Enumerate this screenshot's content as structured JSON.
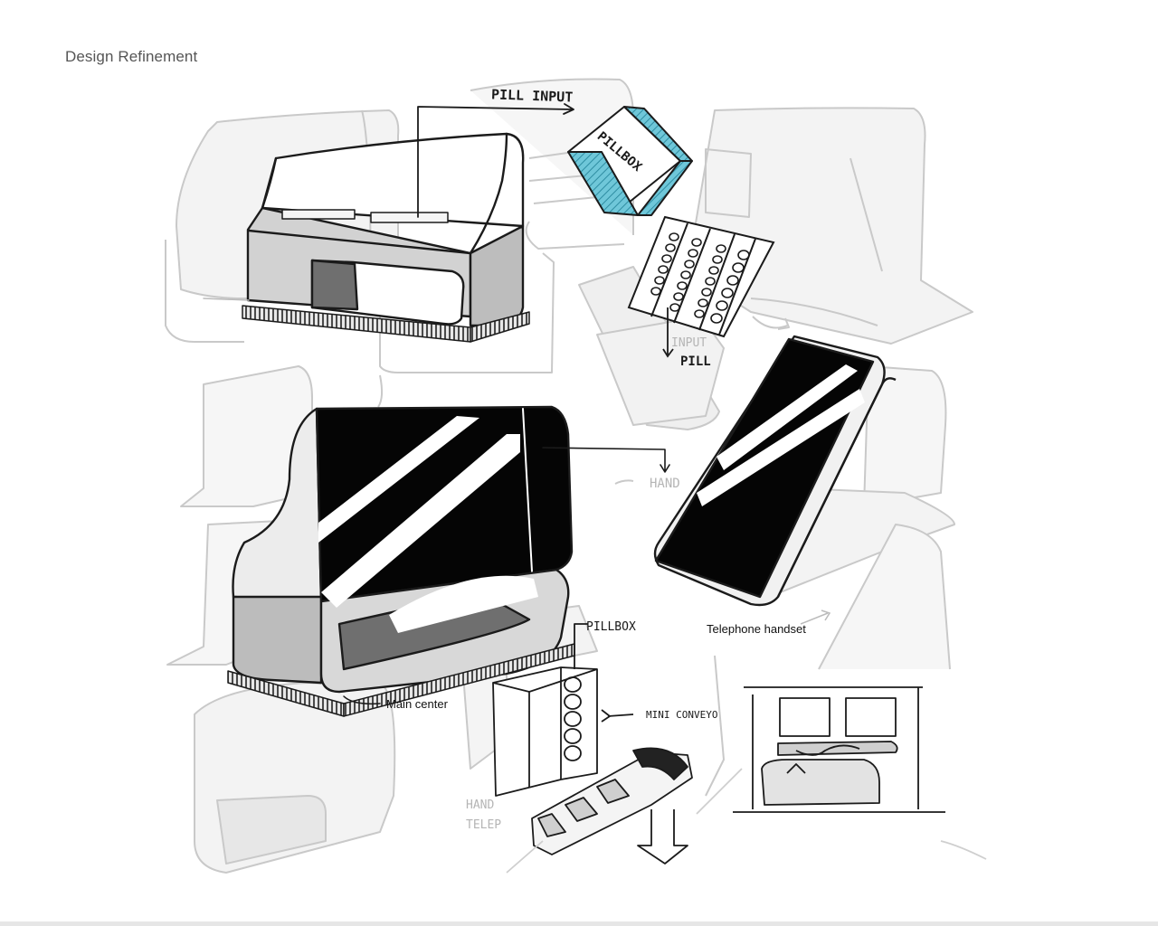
{
  "page": {
    "title": "Design Refinement"
  },
  "labels": {
    "main_center": "Main center",
    "telephone_handset": "Telephone handset"
  },
  "sketch_annotations": {
    "pill_input": "PILL INPUT",
    "pillbox_box": "PILLBOX",
    "pill": "PILL",
    "pillbox_small": "PILLBOX",
    "mini_conveyor": "MINI CONVEYO",
    "hand_ghost": "HAND",
    "hand_telep_ghost": "HAND TELEP",
    "input_ghost": "INPUT"
  },
  "colors": {
    "background": "#ffffff",
    "title_text": "#555555",
    "sketch_gray": "#cfcfcf",
    "device_fill": "#d4d4d4",
    "screen_black": "#050505",
    "accent_cyan": "#6fc7d9"
  }
}
